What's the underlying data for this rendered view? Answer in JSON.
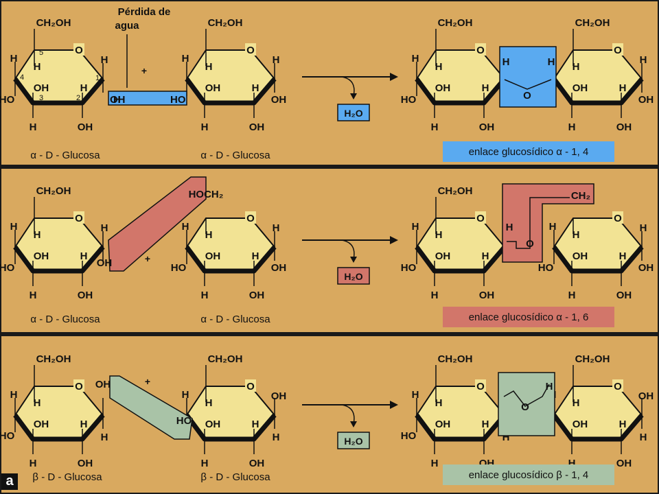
{
  "colors": {
    "background": "#d9a95f",
    "ring_fill": "#f2e394",
    "blue": "#5aaaf0",
    "red": "#d2766a",
    "green": "#a9c3a7",
    "separator": "#1a1a1a"
  },
  "water_loss_label": [
    "Pérdida de",
    "agua"
  ],
  "plus_sign": "+",
  "corner_badge": "a",
  "panels": [
    {
      "left_caption": "α - D - Glucosa",
      "right_caption": "α - D - Glucosa",
      "water": "H₂O",
      "bond_label": "enlace glucosídico  α - 1, 4"
    },
    {
      "left_caption": "α - D - Glucosa",
      "right_caption": "α - D - Glucosa",
      "water": "H₂O",
      "bond_label": "enlace glucosídico  α - 1, 6"
    },
    {
      "left_caption": "β - D - Glucosa",
      "right_caption": "β - D - Glucosa",
      "water": "H₂O",
      "bond_label": "enlace glucosídico  β - 1, 4"
    }
  ],
  "atoms": {
    "ch2oh": "CH₂OH",
    "hoch2": "HOCH₂",
    "ch2": "CH₂",
    "oh": "OH",
    "ho": "HO",
    "h": "H",
    "o": "O",
    "carbon_numbers": [
      "1",
      "2",
      "3",
      "4",
      "5"
    ]
  }
}
